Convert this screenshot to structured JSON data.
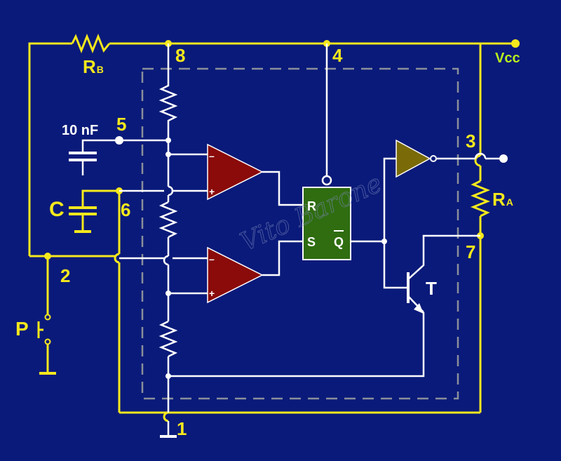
{
  "colors": {
    "background": "#0a1a7a",
    "external_wire": "#f5e81c",
    "internal_wire": "#ffffff",
    "boundary_dash": "#8a8f9a",
    "comparator": "#8b0a0a",
    "flipflop": "#2f6d10",
    "inverter": "#7a6b08",
    "vcc_label": "#b8f01e"
  },
  "labels": {
    "rb_main": "R",
    "rb_sub": "B",
    "ra_main": "R",
    "ra_sub": "A",
    "vcc": "Vcc",
    "cap_c": "C",
    "cap_10nf": "10 nF",
    "button_p": "P",
    "transistor_t": "T",
    "ff_r": "R",
    "ff_s": "S",
    "ff_q": "Q",
    "comp_minus": "–",
    "comp_plus": "+",
    "watermark": "Vito Barone"
  },
  "pins": {
    "pin1": "1",
    "pin2": "2",
    "pin3": "3",
    "pin4": "4",
    "pin5": "5",
    "pin6": "6",
    "pin7": "7",
    "pin8": "8"
  }
}
